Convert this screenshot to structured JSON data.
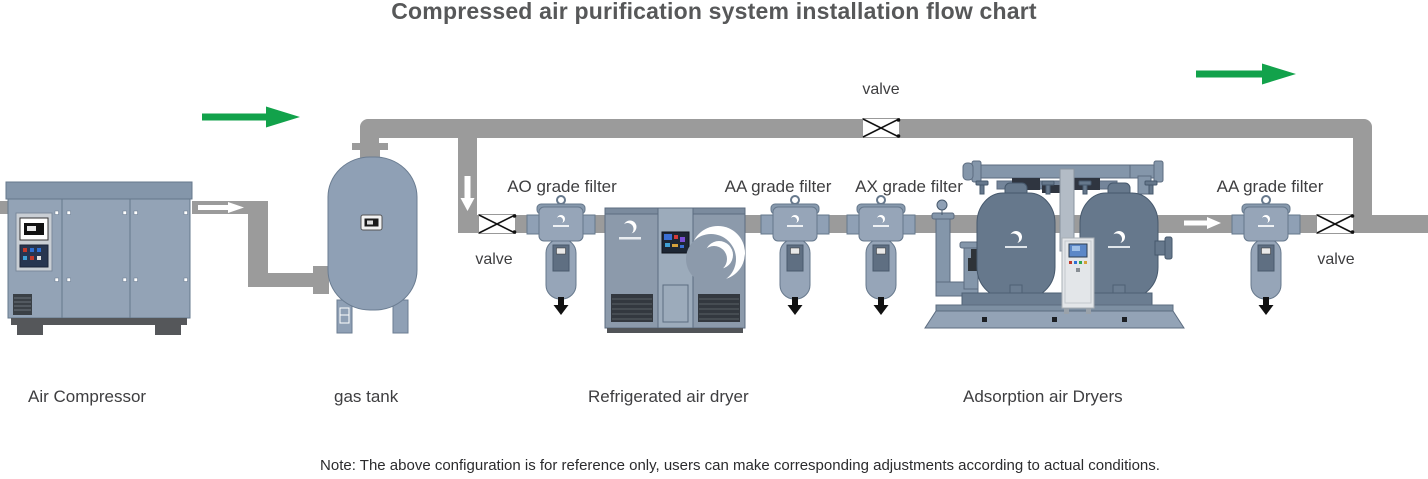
{
  "title": "Compressed air purification system installation flow chart",
  "note": "Note: The above configuration is for reference only, users can make corresponding adjustments according to actual conditions.",
  "machine_labels": {
    "air_compressor": "Air Compressor",
    "gas_tank": "gas tank",
    "refrigerated_air_dryer": "Refrigerated air dryer",
    "adsorption_air_dryers": "Adsorption air Dryers"
  },
  "filters": [
    {
      "id": "ao-filter",
      "label": "AO grade filter"
    },
    {
      "id": "aa-filter-1",
      "label": "AA grade filter"
    },
    {
      "id": "ax-filter",
      "label": "AX grade filter"
    },
    {
      "id": "aa-filter-2",
      "label": "AA grade filter"
    }
  ],
  "valves": [
    {
      "id": "inlet-valve",
      "label": "valve"
    },
    {
      "id": "bypass-valve",
      "label": "valve"
    },
    {
      "id": "outlet-valve",
      "label": "valve"
    }
  ],
  "icons": {
    "flow_direction_arrow": "solid green right-pointing arrow",
    "pipe_flow_arrow": "white arrow drawn on pipe",
    "valve_symbol": "white box with black bowtie X",
    "drain_arrow": "black downward drain arrow under filter bowl"
  },
  "colors": {
    "pipe": "#9b9b9b",
    "green_arrow": "#12a24b",
    "machine_body": "#93a3b6",
    "machine_panel": "#8c9aab",
    "tank_body": "#8fa0b5",
    "adsorption_tank": "#66788c",
    "dark_base": "#55575a",
    "text": "#3e3e40",
    "title_text": "#575859"
  }
}
